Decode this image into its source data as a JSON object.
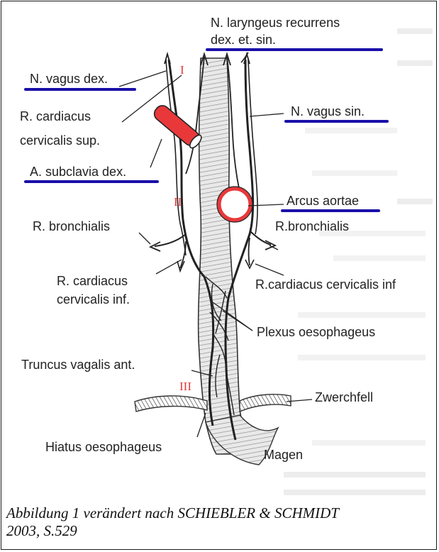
{
  "figure": {
    "labels": {
      "n_laryngeus_recurrens_line1": "N. laryngeus recurrens",
      "n_laryngeus_recurrens_line2": "dex. et. sin.",
      "n_vagus_dex": "N. vagus dex.",
      "n_vagus_sin": "N. vagus sin.",
      "r_cardiacus_cervicalis_sup_line1": "R. cardiacus",
      "r_cardiacus_cervicalis_sup_line2": "cervicalis sup.",
      "a_subclavia_dex": "A. subclavia dex.",
      "arcus_aortae": "Arcus aortae",
      "r_bronchialis_left": "R. bronchialis",
      "r_bronchialis_right": "R.bronchialis",
      "r_cardiacus_cervicalis_inf_line1": "R. cardiacus",
      "r_cardiacus_cervicalis_inf_line2": "cervicalis inf.",
      "r_cardiacus_cervicalis_inf_right": "R.cardiacus cervicalis inf",
      "plexus_oesophageus": "Plexus oesophageus",
      "truncus_vagalis_ant": "Truncus vagalis ant.",
      "zwerchfell": "Zwerchfell",
      "hiatus_oesophageus": "Hiatus oesophageus",
      "magen": "Magen"
    },
    "roman_markers": {
      "one": "I",
      "two": "II",
      "three": "III"
    },
    "colors": {
      "highlight_underline": "#1a0fa8",
      "vessel_red": "#e8383a",
      "ink": "#222222"
    }
  },
  "caption": {
    "line1": "Abbildung 1 verändert nach SCHIEBLER & SCHMIDT",
    "line2": "2003, S.529"
  }
}
